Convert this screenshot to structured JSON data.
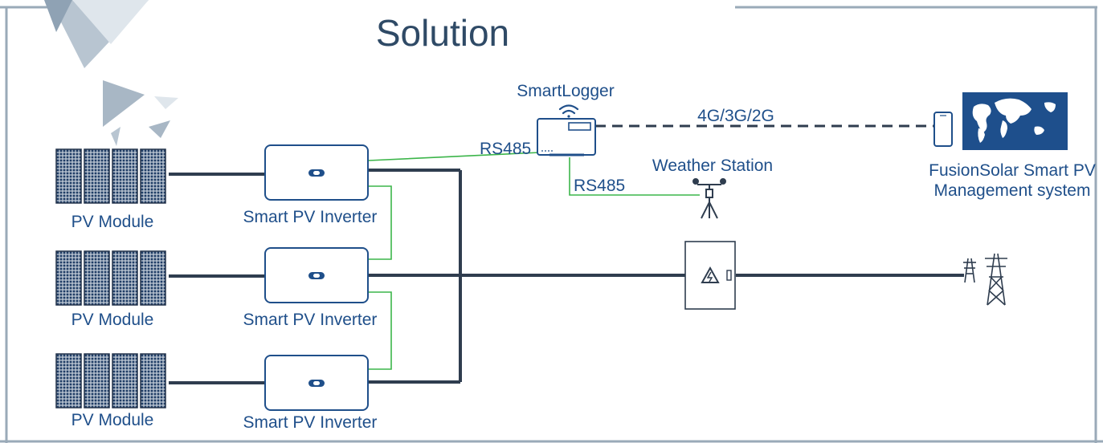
{
  "title": "Solution",
  "smartlogger": {
    "label": "SmartLogger"
  },
  "network": {
    "label": "4G/3G/2G"
  },
  "rs485_labels": [
    "RS485",
    "RS485"
  ],
  "weather_station": {
    "label": "Weather Station"
  },
  "management": {
    "label_line1": "FusionSolar Smart PV",
    "label_line2": "Management system"
  },
  "pv_modules": [
    {
      "label": "PV Module"
    },
    {
      "label": "PV Module"
    },
    {
      "label": "PV Module"
    }
  ],
  "inverters": [
    {
      "label": "Smart PV Inverter"
    },
    {
      "label": "Smart PV Inverter"
    },
    {
      "label": "Smart PV Inverter"
    }
  ],
  "colors": {
    "frame": "#9aaab8",
    "power_line": "#2f3d4f",
    "comm_line": "#3cb54a",
    "device_stroke": "#1f4f8a",
    "label": "#1f4f8a",
    "map_bg": "#1e4f8c"
  }
}
